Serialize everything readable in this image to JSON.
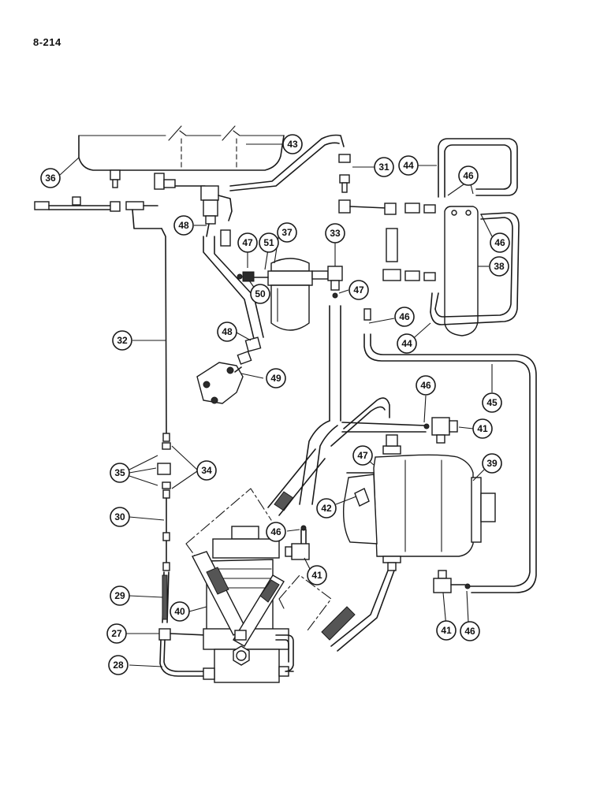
{
  "page": {
    "number": "8-214"
  },
  "callouts": [
    {
      "id": "c43",
      "label": "43"
    },
    {
      "id": "c36",
      "label": "36"
    },
    {
      "id": "c31",
      "label": "31"
    },
    {
      "id": "c44a",
      "label": "44"
    },
    {
      "id": "c46a",
      "label": "46"
    },
    {
      "id": "c48a",
      "label": "48"
    },
    {
      "id": "c37",
      "label": "37"
    },
    {
      "id": "c33",
      "label": "33"
    },
    {
      "id": "c46b",
      "label": "46"
    },
    {
      "id": "c47a",
      "label": "47"
    },
    {
      "id": "c51",
      "label": "51"
    },
    {
      "id": "c38",
      "label": "38"
    },
    {
      "id": "c50",
      "label": "50"
    },
    {
      "id": "c47b",
      "label": "47"
    },
    {
      "id": "c46c",
      "label": "46"
    },
    {
      "id": "c32",
      "label": "32"
    },
    {
      "id": "c48b",
      "label": "48"
    },
    {
      "id": "c44b",
      "label": "44"
    },
    {
      "id": "c49",
      "label": "49"
    },
    {
      "id": "c46d",
      "label": "46"
    },
    {
      "id": "c45",
      "label": "45"
    },
    {
      "id": "c41a",
      "label": "41"
    },
    {
      "id": "c47c",
      "label": "47"
    },
    {
      "id": "c35",
      "label": "35"
    },
    {
      "id": "c34",
      "label": "34"
    },
    {
      "id": "c39",
      "label": "39"
    },
    {
      "id": "c42",
      "label": "42"
    },
    {
      "id": "c30",
      "label": "30"
    },
    {
      "id": "c46e",
      "label": "46"
    },
    {
      "id": "c41b",
      "label": "41"
    },
    {
      "id": "c29",
      "label": "29"
    },
    {
      "id": "c40",
      "label": "40"
    },
    {
      "id": "c27",
      "label": "27"
    },
    {
      "id": "c41c",
      "label": "41"
    },
    {
      "id": "c46f",
      "label": "46"
    },
    {
      "id": "c28",
      "label": "28"
    }
  ]
}
